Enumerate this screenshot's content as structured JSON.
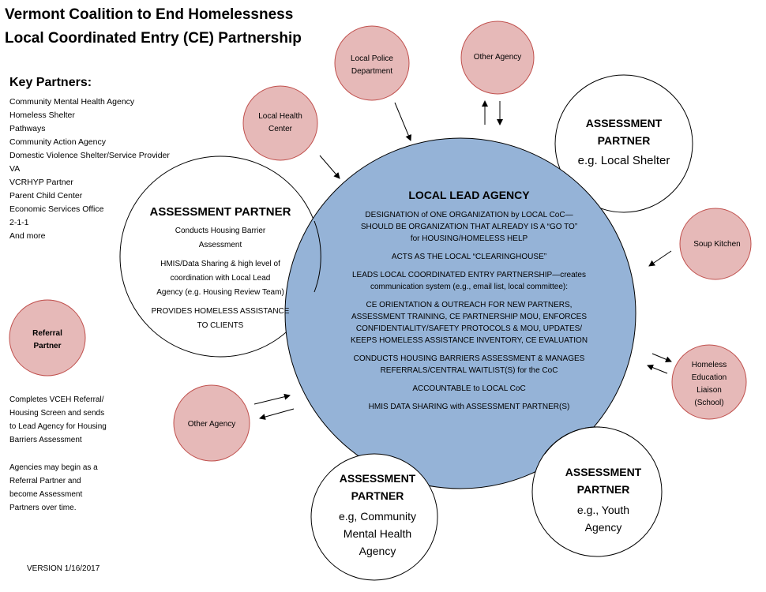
{
  "header": {
    "title_line1": "Vermont Coalition to End Homelessness",
    "title_line2": "Local Coordinated Entry (CE) Partnership"
  },
  "key_partners": {
    "heading": "Key Partners:",
    "items": [
      "Community Mental Health Agency",
      "Homeless Shelter",
      "Pathways",
      "Community Action Agency",
      "Domestic Violence Shelter/Service Provider",
      "VA",
      "VCRHYP Partner",
      "Parent Child Center",
      "Economic Services Office",
      "2-1-1",
      "And more"
    ]
  },
  "referral_partner": {
    "line1": "Referral",
    "line2": "Partner",
    "desc": [
      "Completes VCEH Referral/",
      "Housing Screen and sends",
      "to Lead Agency for Housing",
      "Barriers Assessment"
    ],
    "note": [
      "Agencies may begin as a",
      "Referral Partner and",
      "become Assessment",
      "Partners over time."
    ]
  },
  "version": "VERSION 1/16/2017",
  "lead_agency": {
    "title": "LOCAL LEAD AGENCY",
    "paragraphs": [
      [
        "DESIGNATION of ONE ORGANIZATION by LOCAL CoC—",
        "SHOULD BE ORGANIZATION THAT ALREADY IS  A “GO TO”",
        "for HOUSING/HOMELESS HELP"
      ],
      [
        "ACTS AS THE LOCAL “CLEARINGHOUSE”"
      ],
      [
        "LEADS LOCAL COORDINATED ENTRY PARTNERSHIP—creates",
        "communication system (e.g., email list, local committee):"
      ],
      [
        "CE ORIENTATION & OUTREACH FOR NEW PARTNERS,",
        "ASSESSMENT TRAINING, CE PARTNERSHIP MOU,  ENFORCES",
        "CONFIDENTIALITY/SAFETY PROTOCOLS & MOU, UPDATES/",
        "KEEPS HOMELESS ASSISTANCE INVENTORY, CE EVALUATION"
      ],
      [
        "CONDUCTS HOUSING BARRIERS ASSESSMENT & MANAGES",
        "REFERRALS/CENTRAL WAITLIST(S) for the CoC"
      ],
      [
        "ACCOUNTABLE to LOCAL CoC"
      ],
      [
        "HMIS DATA SHARING with ASSESSMENT PARTNER(S)"
      ]
    ]
  },
  "assessment_partner_main": {
    "title": "ASSESSMENT PARTNER",
    "lines1": [
      "Conducts Housing Barrier",
      "Assessment"
    ],
    "lines2": [
      "HMIS/Data Sharing & high level of",
      "coordination with Local Lead",
      "Agency (e.g. Housing Review Team)"
    ],
    "lines3": [
      "PROVIDES HOMELESS ASSISTANCE",
      "TO CLIENTS"
    ]
  },
  "assessment_shelter": {
    "title1": "ASSESSMENT",
    "title2": "PARTNER",
    "sub": "e.g. Local Shelter"
  },
  "assessment_mental": {
    "title1": "ASSESSMENT",
    "title2": "PARTNER",
    "sub": [
      "e.g, Community",
      "Mental Health",
      "Agency"
    ]
  },
  "assessment_youth": {
    "title1": "ASSESSMENT",
    "title2": "PARTNER",
    "sub": [
      "e.g., Youth",
      "Agency"
    ]
  },
  "nodes": {
    "local_health": [
      "Local Health",
      "Center"
    ],
    "local_police": [
      "Local Police",
      "Department"
    ],
    "other_agency_top": "Other Agency",
    "soup_kitchen": "Soup Kitchen",
    "homeless_liaison": [
      "Homeless",
      "Education",
      "Liaison",
      "(School)"
    ],
    "other_agency_left": "Other Agency"
  },
  "colors": {
    "lead_fill": "#95b3d7",
    "lead_stroke": "#000000",
    "pink_fill": "#e6b9b8",
    "pink_stroke": "#c0504d"
  }
}
